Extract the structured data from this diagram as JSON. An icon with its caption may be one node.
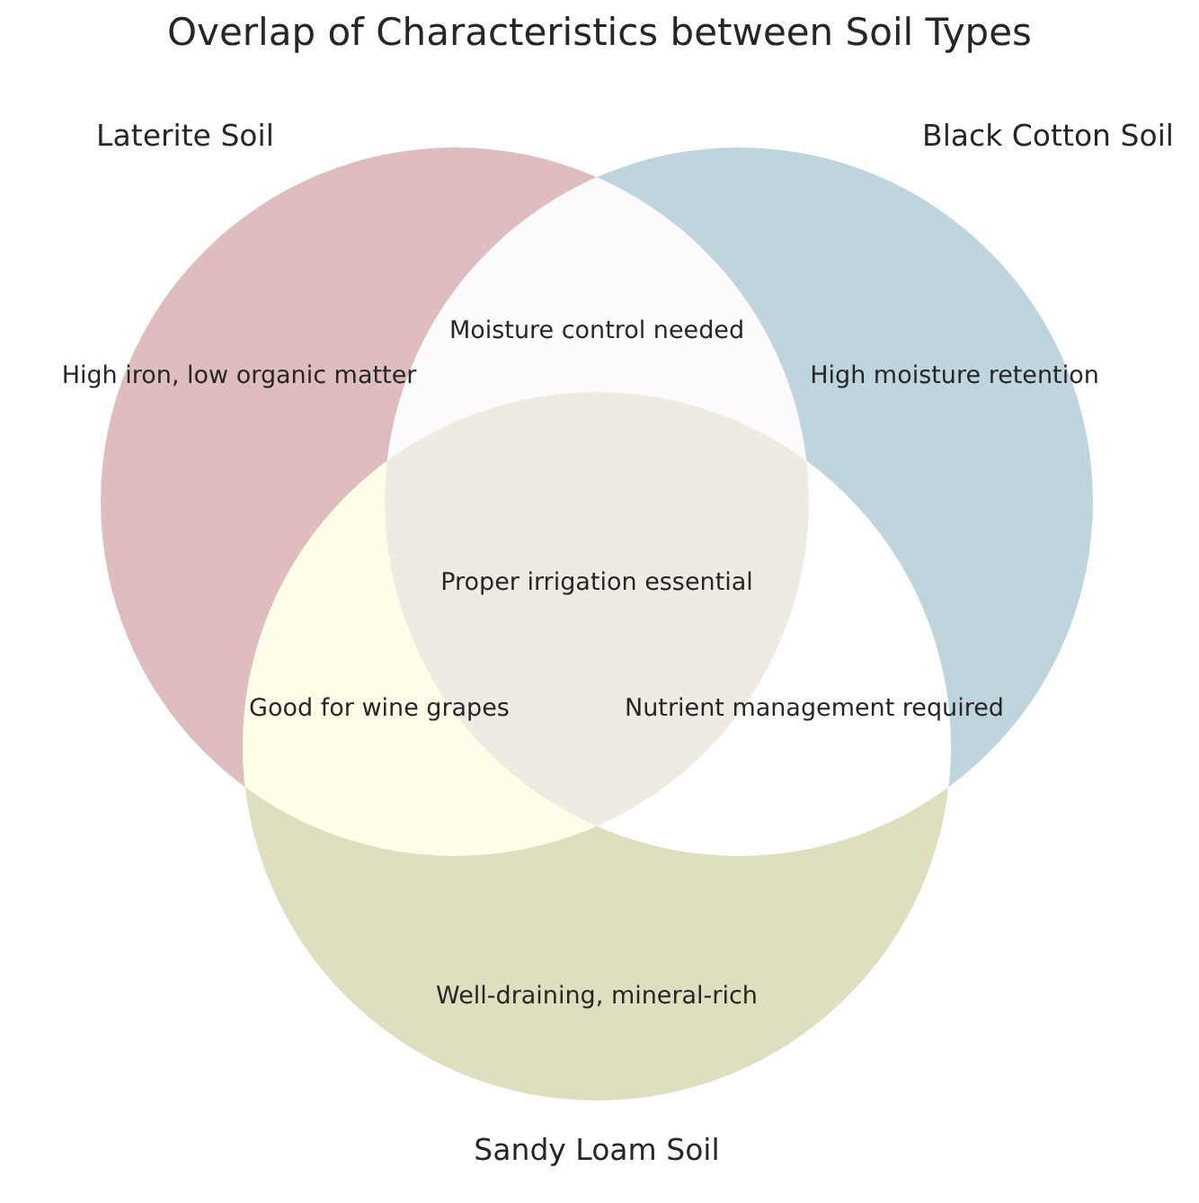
{
  "diagram": {
    "title": "Overlap of Characteristics between Soil Types",
    "nodes": [
      {
        "text": [
          "Laterite Soil",
          "High iron, low organic matter"
        ]
      },
      {
        "text": [
          "Black Cotton Soil",
          "High moisture retention"
        ]
      },
      {
        "text": [
          "Well-draining, mineral-rich",
          "Sandy Loam Soil"
        ]
      }
    ],
    "labels": [
      "Moisture control needed",
      "Proper irrigation essential",
      "Good for wine grapes",
      "Nutrient management required"
    ]
  }
}
